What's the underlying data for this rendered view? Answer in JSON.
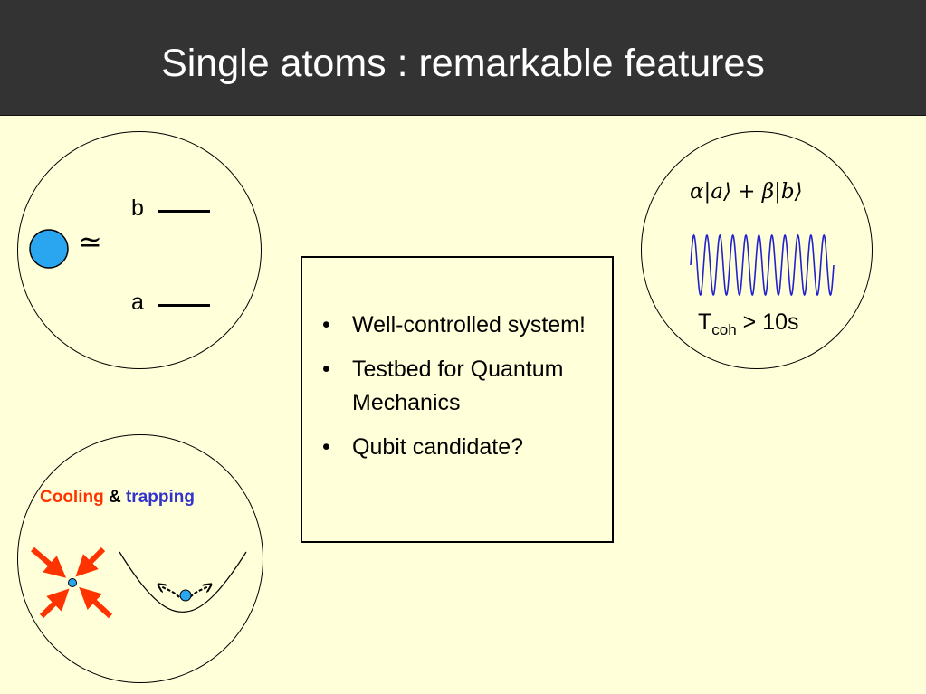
{
  "header": {
    "title": "Single atoms : remarkable features"
  },
  "levels": {
    "upper_label": "b",
    "lower_label": "a",
    "approx_symbol": "≃"
  },
  "bullets": {
    "items": [
      "Well-controlled system!",
      "Testbed for Quantum Mechanics",
      "Qubit candidate?"
    ]
  },
  "coherence": {
    "formula": "α|a⟩ + β|b⟩",
    "tcoh_T": "T",
    "tcoh_sub": "coh",
    "tcoh_value": " > 10s"
  },
  "cooling": {
    "cooling_word": "Cooling",
    "amp": " & ",
    "trapping_word": "trapping"
  },
  "colors": {
    "header_bg": "#333333",
    "slide_bg": "#ffffd9",
    "atom": "#2aa5f0",
    "arrows": "#ff3300",
    "wave": "#2222cc",
    "trapping_text": "#3333cc"
  }
}
